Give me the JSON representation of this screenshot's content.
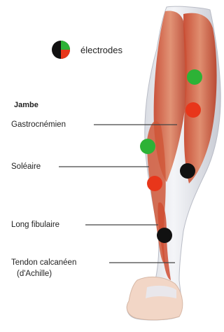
{
  "legend": {
    "label": "électrodes",
    "colors": [
      "#2db236",
      "#e8361a",
      "#111111"
    ]
  },
  "section_title": "Jambe",
  "labels": [
    {
      "text": "Gastrocnémien"
    },
    {
      "text": "Soléaire"
    },
    {
      "text": "Long fibulaire"
    },
    {
      "text": "Tendon calcanéen",
      "text2": "(d'Achille)"
    }
  ],
  "electrodes": [
    {
      "color": "#2db236"
    },
    {
      "color": "#e8361a"
    },
    {
      "color": "#2db236"
    },
    {
      "color": "#111111"
    },
    {
      "color": "#e8361a"
    },
    {
      "color": "#111111"
    }
  ]
}
